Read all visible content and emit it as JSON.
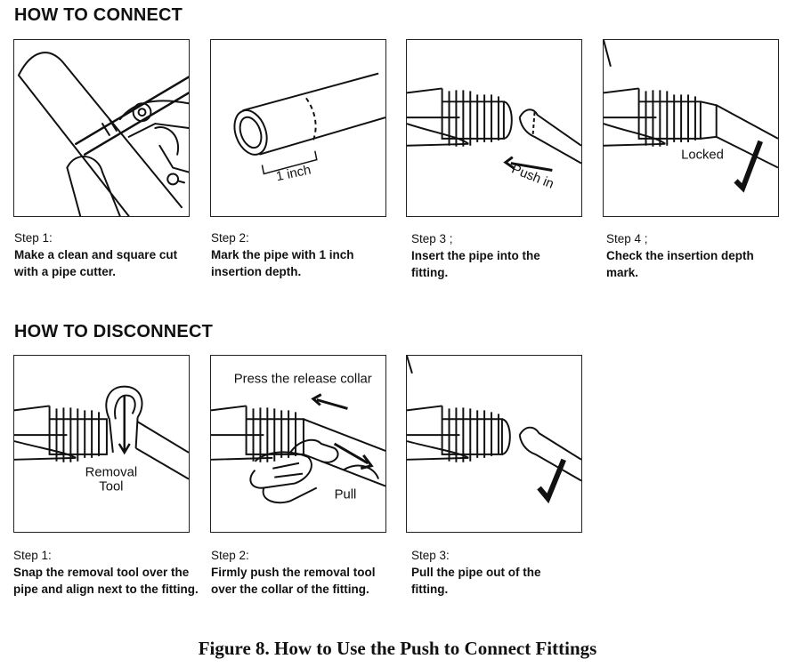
{
  "connect": {
    "title": "HOW TO CONNECT",
    "steps": [
      {
        "label": "Step 1:",
        "text": "Make a clean and square cut with a pipe cutter."
      },
      {
        "label": "Step 2:",
        "text": "Mark the pipe with 1 inch insertion depth."
      },
      {
        "label": "Step 3 ;",
        "text": "Insert the pipe into the fitting."
      },
      {
        "label": "Step 4 ;",
        "text": "Check the insertion depth mark."
      }
    ],
    "annotations": {
      "inch": "1 inch",
      "push_in": "Push in",
      "locked": "Locked"
    }
  },
  "disconnect": {
    "title": "HOW TO DISCONNECT",
    "steps": [
      {
        "label": "Step 1:",
        "text": "Snap the removal tool over the pipe and align next to the fitting."
      },
      {
        "label": "Step 2:",
        "text": "Firmly push the removal tool over the collar of the fitting."
      },
      {
        "label": "Step 3:",
        "text": "Pull the pipe out of the fitting."
      }
    ],
    "annotations": {
      "removal": "Removal",
      "tool": "Tool",
      "press": "Press the release collar",
      "pull": "Pull"
    }
  },
  "caption": "Figure 8. How to Use the Push to Connect Fittings"
}
